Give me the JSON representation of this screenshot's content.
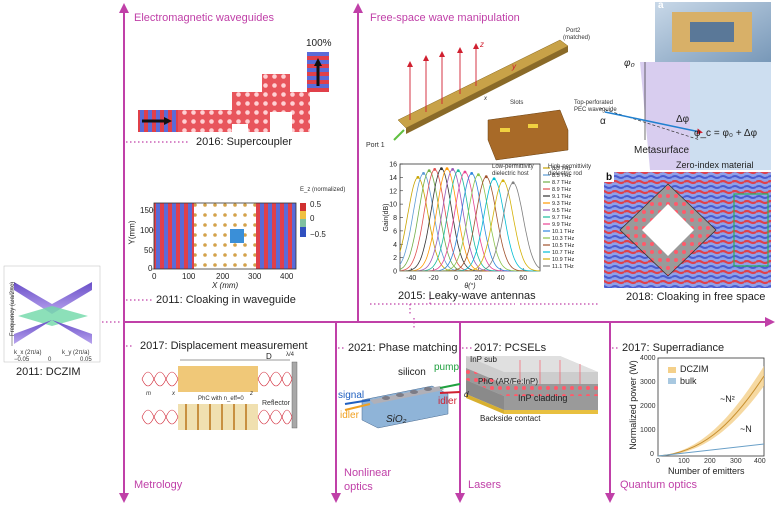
{
  "colors": {
    "axis": "#c040a8",
    "field_red": "#e0404a",
    "field_blue": "#5a6bd8",
    "dot": "#d4a24a"
  },
  "categories": {
    "em_waveguides": "Electromagnetic waveguides",
    "free_space": "Free-space wave manipulation",
    "metrology": "Metrology",
    "nonlinear": [
      "Nonlinear",
      "optics"
    ],
    "lasers": "Lasers",
    "quantum": "Quantum optics"
  },
  "captions": {
    "supercoupler": "2016: Supercoupler",
    "cloaking_waveguide": "2011: Cloaking in waveguide",
    "dczim": "2011: DCZIM",
    "leaky_wave": "2015: Leaky-wave antennas",
    "cloaking_free_space": "2018: Cloaking in free space",
    "displacement": "2017: Displacement measurement",
    "phase_matching": "2021: Phase matching",
    "pcsels": "2017: PCSELs",
    "superradiance": "2017: Superradiance"
  },
  "supercoupler": {
    "transmission": "100%"
  },
  "cloak_plot": {
    "ylabel": "Y(mm)",
    "xlabel": "X (mm)",
    "yticks": [
      "150",
      "100",
      "50",
      "0"
    ],
    "xticks": [
      "0",
      "100",
      "200",
      "300",
      "400"
    ],
    "colorbar_title": "E_z (normalized)",
    "colorbar_ticks": [
      "0.5",
      "0",
      "−0.5"
    ]
  },
  "dczim_plot": {
    "zlabel": "Frequency (ωa/2πc)",
    "xlabel": "k_x (2π/a)",
    "ylabel": "k_y (2π/a)",
    "ticks": [
      "−0.05",
      "0",
      "0.05"
    ]
  },
  "antenna": {
    "port1": "Port 1",
    "port2": [
      "Port2",
      "(matched)"
    ],
    "z": "z",
    "y": "y",
    "x": "x",
    "slots": "Slots",
    "waveguide": [
      "Top-perforated",
      "PEC waveguide"
    ],
    "low_perm": [
      "Low-permittivity",
      "dielectric host"
    ],
    "high_perm": [
      "High-permittivity",
      "dielectric rod"
    ]
  },
  "chart_data": {
    "type": "line",
    "ylabel": "Gain(dB)",
    "xlabel": "θ(°)",
    "ylim": [
      0,
      16
    ],
    "xlim": [
      -50,
      75
    ],
    "yticks": [
      0,
      2,
      4,
      6,
      8,
      10,
      12,
      14,
      16
    ],
    "xticks": [
      -40,
      -20,
      0,
      20,
      40,
      60
    ],
    "legend_position": "right",
    "series": [
      {
        "name": "8.3 THz",
        "peak_theta": -34,
        "peak_gain": 14.0,
        "color": "#c8a400"
      },
      {
        "name": "8.5 THz",
        "peak_theta": -29,
        "peak_gain": 14.6,
        "color": "#5b9bd5"
      },
      {
        "name": "8.7 THz",
        "peak_theta": -24,
        "peak_gain": 15.0,
        "color": "#70ad47"
      },
      {
        "name": "8.9 THz",
        "peak_theta": -19,
        "peak_gain": 15.2,
        "color": "#e05050"
      },
      {
        "name": "9.1 THz",
        "peak_theta": -13,
        "peak_gain": 15.3,
        "color": "#333333"
      },
      {
        "name": "9.3 THz",
        "peak_theta": -8,
        "peak_gain": 15.3,
        "color": "#ff9900"
      },
      {
        "name": "9.5 THz",
        "peak_theta": -3,
        "peak_gain": 15.2,
        "color": "#9b59b6"
      },
      {
        "name": "9.7 THz",
        "peak_theta": 2,
        "peak_gain": 15.0,
        "color": "#1abc9c"
      },
      {
        "name": "9.9 THz",
        "peak_theta": 8,
        "peak_gain": 14.8,
        "color": "#e84393"
      },
      {
        "name": "10.1 THz",
        "peak_theta": 14,
        "peak_gain": 14.6,
        "color": "#2e86de"
      },
      {
        "name": "10.3 THz",
        "peak_theta": 20,
        "peak_gain": 14.4,
        "color": "#8bc34a"
      },
      {
        "name": "10.5 THz",
        "peak_theta": 27,
        "peak_gain": 14.1,
        "color": "#a0522d"
      },
      {
        "name": "10.7 THz",
        "peak_theta": 34,
        "peak_gain": 13.8,
        "color": "#00bcd4"
      },
      {
        "name": "10.9 THz",
        "peak_theta": 42,
        "peak_gain": 13.5,
        "color": "#d4b106"
      },
      {
        "name": "11.1 THz",
        "peak_theta": 51,
        "peak_gain": 13.2,
        "color": "#7f7f7f"
      }
    ]
  },
  "free_space": {
    "phi0": "φ₀",
    "alpha": "α",
    "dphi": "Δφ",
    "phic": "φ_c = φ₀ + Δφ",
    "metasurface": "Metasurface",
    "zim": "Zero-index material",
    "panel_a": "a",
    "panel_b": "b"
  },
  "displacement": {
    "D": "D",
    "lambda4": "λ/4",
    "phc": "PhC with n_eff=0",
    "reflector": "Reflector",
    "m": "m",
    "x": "x",
    "z": "z"
  },
  "phase": {
    "silicon": "silicon",
    "pump": "pump",
    "signal": "signal",
    "idler_left": "idler",
    "idler_right": "idler",
    "sio2": "SiO₂"
  },
  "pcsel": {
    "inp_sub": "InP sub",
    "phc": "PhC (AR/Fe:InP)",
    "cladding": "InP cladding",
    "d": "d",
    "contact": "Backside contact"
  },
  "superradiance": {
    "ylabel": "Normalized power (W)",
    "xlabel": "Number of emitters",
    "yticks": [
      "4000",
      "3000",
      "2000",
      "1000",
      "0"
    ],
    "xticks": [
      "0",
      "100",
      "200",
      "300",
      "400"
    ],
    "legend": [
      "DCZIM",
      "bulk"
    ],
    "anno_n2": "~N²",
    "anno_n": "~N"
  }
}
